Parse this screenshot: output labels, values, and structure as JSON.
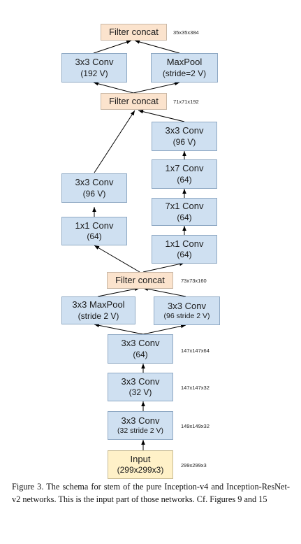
{
  "diagram": {
    "nodes": {
      "filter_concat_top": {
        "line1": "Filter concat"
      },
      "conv_192v": {
        "line1": "3x3 Conv",
        "line2": "(192 V)"
      },
      "maxpool_top": {
        "line1": "MaxPool",
        "line2": "(stride=2 V)"
      },
      "filter_concat_mid": {
        "line1": "Filter concat"
      },
      "right_conv3x3_96v": {
        "line1": "3x3 Conv",
        "line2": "(96 V)"
      },
      "right_conv1x7": {
        "line1": "1x7 Conv",
        "line2": "(64)"
      },
      "left_conv3x3_96v": {
        "line1": "3x3 Conv",
        "line2": "(96 V)"
      },
      "right_conv7x1": {
        "line1": "7x1 Conv",
        "line2": "(64)"
      },
      "left_conv1x1": {
        "line1": "1x1 Conv",
        "line2": "(64)"
      },
      "right_conv1x1": {
        "line1": "1x1 Conv",
        "line2": "(64)"
      },
      "filter_concat_low": {
        "line1": "Filter concat"
      },
      "maxpool_low": {
        "line1": "3x3 MaxPool",
        "line2": "(stride 2 V)"
      },
      "conv_96_stride2v": {
        "line1": "3x3 Conv",
        "line2": "(96 stride 2 V)"
      },
      "conv_64": {
        "line1": "3x3 Conv",
        "line2": "(64)"
      },
      "conv_32v": {
        "line1": "3x3 Conv",
        "line2": "(32 V)"
      },
      "conv_32_stride2v": {
        "line1": "3x3 Conv",
        "line2": "(32 stride 2 V)"
      },
      "input": {
        "line1": "Input",
        "line2": "(299x299x3)"
      }
    },
    "dimensions": {
      "d_35x35x384": "35x35x384",
      "d_71x71x192": "71x71x192",
      "d_73x73x160": "73x73x160",
      "d_147x147x64": "147x147x64",
      "d_147x147x32": "147x147x32",
      "d_149x149x32": "149x149x32",
      "d_299x299x3": "299x299x3"
    },
    "colors": {
      "conv_fill": "#cfe0f1",
      "concat_fill": "#fbe3cd",
      "input_fill": "#fff1c8",
      "edge": "#000000"
    }
  },
  "caption": "Figure 3. The schema for stem of the pure Inception-v4 and Inception-ResNet-v2 networks. This is the input part of those networks. Cf. Figures 9 and 15"
}
